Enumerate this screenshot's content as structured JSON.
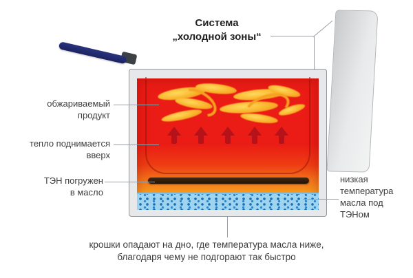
{
  "title": {
    "text": "Система\n„холодной зоны“"
  },
  "callouts": {
    "product": {
      "text": "обжариваемый\nпродукт"
    },
    "heat_rises": {
      "text": "тепло поднимается\nвверх"
    },
    "heater": {
      "text": "ТЭН погружен\nв масло"
    },
    "cold_oil": {
      "text": "низкая\nтемпература\nмасла под\nТЭНом"
    },
    "caption": {
      "text": "крошки опадают на дно, где температура масла ниже,\nблагодаря чему не подгорают так быстро"
    }
  },
  "colors": {
    "oil_red": "#ea1c15",
    "oil_orange": "#f69a1f",
    "cold_zone_blue": "#9ed4ef",
    "crumb_blue": "#1b6fb5",
    "heater_dark": "#2f1d0e",
    "handle_navy": "#202a6e",
    "panel_gray": "#d9dbdc",
    "leader_line_gray": "#9b9fa3",
    "heat_arrow_red": "#b5121a",
    "text": "#3d3d3d"
  }
}
